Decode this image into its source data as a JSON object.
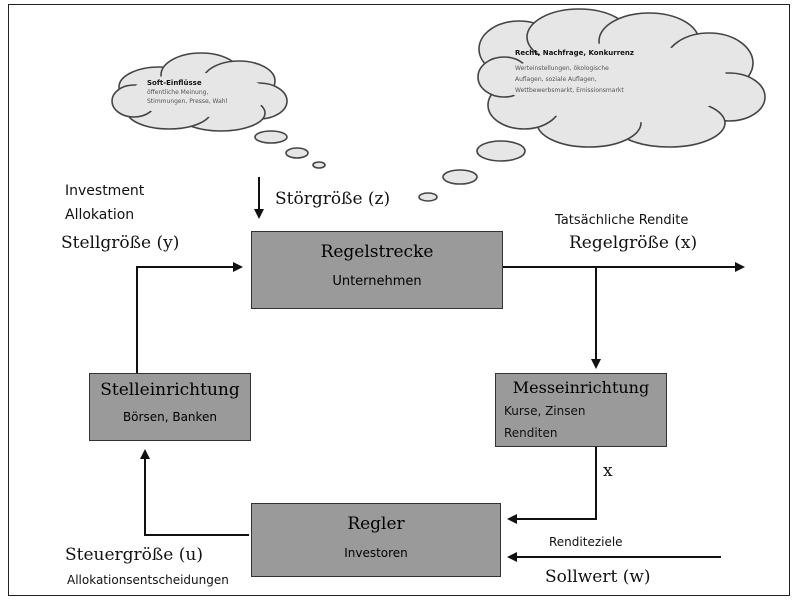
{
  "clouds": {
    "left": {
      "title": "Soft-Einflüsse",
      "lines": [
        "öffentliche Meinung,",
        "Stimmungen, Presse, Wahl"
      ]
    },
    "right": {
      "title": "Recht, Nachfrage, Konkurrenz",
      "lines": [
        "Werteinstellungen, ökologische",
        "Auflagen, soziale Auflagen,",
        "Wettbewerbsmarkt, Emissionsmarkt"
      ]
    }
  },
  "labels": {
    "investment": "Investment",
    "allokation": "Allokation",
    "stellgroesse": "Stellgröße (y)",
    "stoergroesse": "Störgröße (z)",
    "rendite": "Tatsächliche Rendite",
    "regelgroesse": "Regelgröße (x)",
    "x": "x",
    "steuergroesse": "Steuergröße (u)",
    "allokationsentscheidungen": "Allokationsentscheidungen",
    "renditeziele": "Renditeziele",
    "sollwert": "Sollwert (w)"
  },
  "boxes": {
    "regelstrecke": {
      "title": "Regelstrecke",
      "sub": "Unternehmen"
    },
    "stelleinrichtung": {
      "title": "Stelleinrichtung",
      "sub": "Börsen, Banken"
    },
    "messeinrichtung": {
      "title": "Messeinrichtung",
      "sub1": "Kurse, Zinsen",
      "sub2": "Renditen"
    },
    "regler": {
      "title": "Regler",
      "sub": "Investoren"
    }
  },
  "colors": {
    "box_fill": "#9a9a9a",
    "line": "#111111"
  }
}
